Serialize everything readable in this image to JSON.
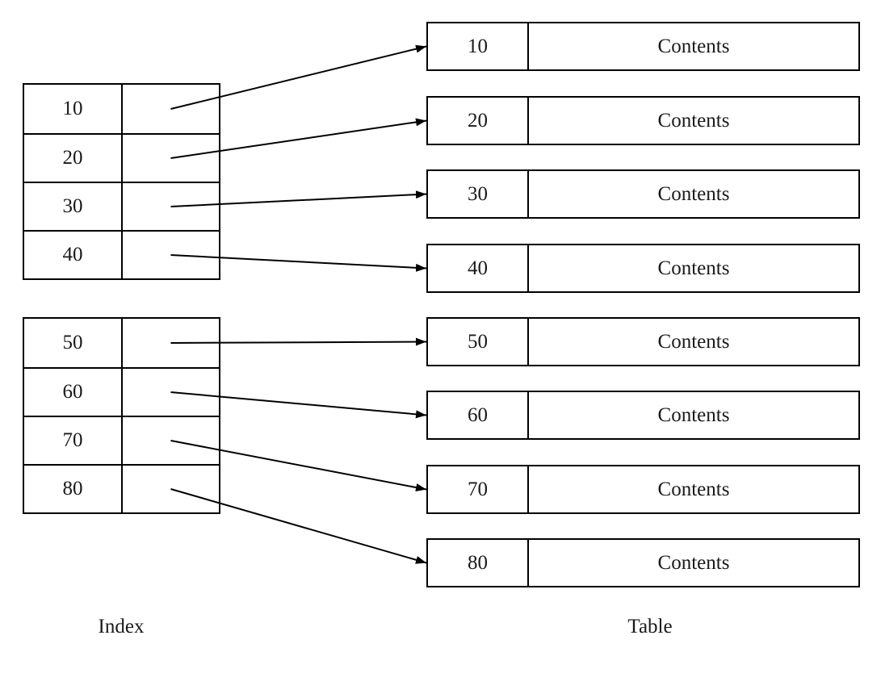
{
  "figure": {
    "index_label": "Index",
    "table_label": "Table",
    "index_blocks": [
      {
        "id": "upper",
        "keys": [
          "10",
          "20",
          "30",
          "40"
        ]
      },
      {
        "id": "lower",
        "keys": [
          "50",
          "60",
          "70",
          "80"
        ]
      }
    ],
    "table_rows": [
      {
        "key": "10",
        "contents": "Contents"
      },
      {
        "key": "20",
        "contents": "Contents"
      },
      {
        "key": "30",
        "contents": "Contents"
      },
      {
        "key": "40",
        "contents": "Contents"
      },
      {
        "key": "50",
        "contents": "Contents"
      },
      {
        "key": "60",
        "contents": "Contents"
      },
      {
        "key": "70",
        "contents": "Contents"
      },
      {
        "key": "80",
        "contents": "Contents"
      }
    ],
    "arrows": [
      {
        "from": "10",
        "to": "10"
      },
      {
        "from": "20",
        "to": "20"
      },
      {
        "from": "30",
        "to": "30"
      },
      {
        "from": "40",
        "to": "40"
      },
      {
        "from": "50",
        "to": "50"
      },
      {
        "from": "60",
        "to": "60"
      },
      {
        "from": "70",
        "to": "70"
      },
      {
        "from": "80",
        "to": "80"
      }
    ],
    "colors": {
      "background": "#ffffff",
      "line": "#000000",
      "text": "#1a1a1a"
    }
  }
}
